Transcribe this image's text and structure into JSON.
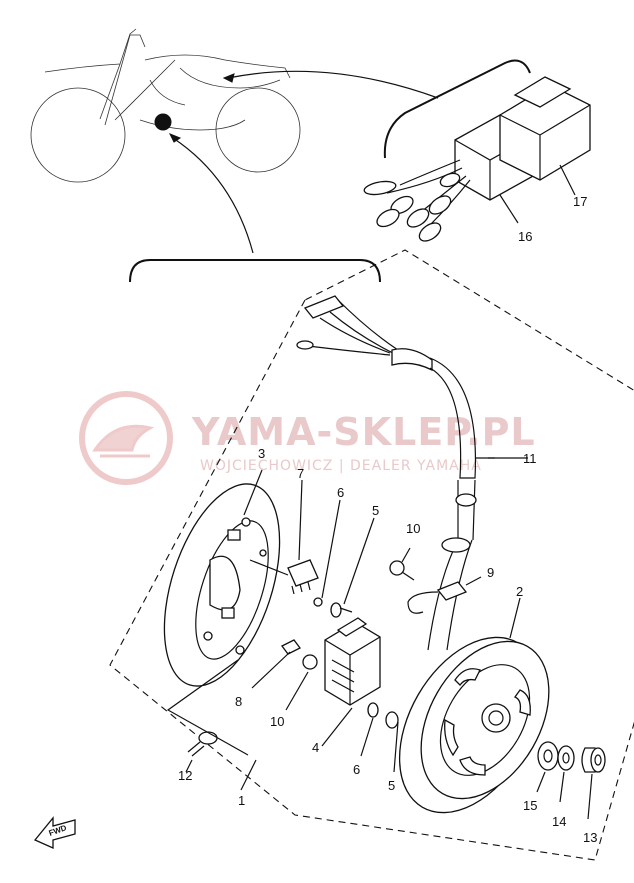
{
  "watermark": {
    "title": "YAMA-SKLEP.PL",
    "subtitle": "WOJCIECHOWICZ | DEALER YAMAHA",
    "color": "#e9c9c9"
  },
  "fwd_label": "FWD",
  "callouts": {
    "p1": "1",
    "p2": "2",
    "p3": "3",
    "p4": "4",
    "p5a": "5",
    "p5b": "5",
    "p6a": "6",
    "p6b": "6",
    "p7": "7",
    "p8": "8",
    "p9": "9",
    "p10a": "10",
    "p10b": "10",
    "p11": "11",
    "p12": "12",
    "p13": "13",
    "p14": "14",
    "p15": "15",
    "p16": "16",
    "p17": "17"
  }
}
